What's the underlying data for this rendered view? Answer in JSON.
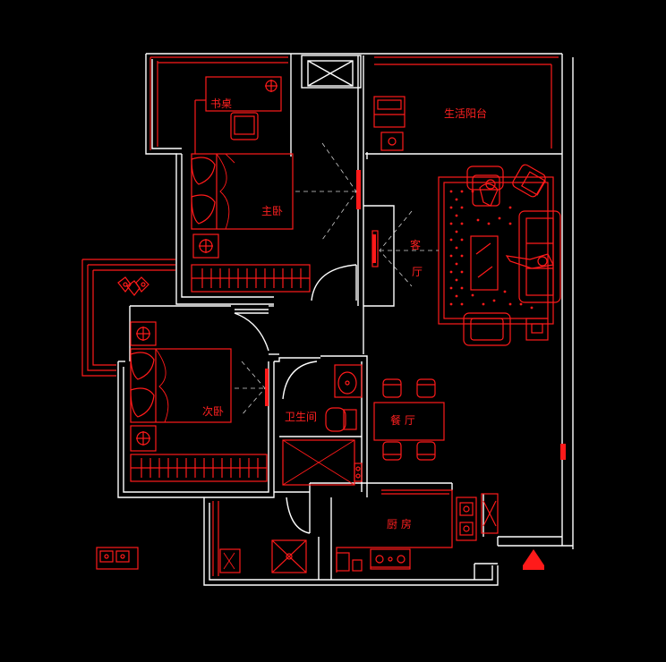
{
  "rooms": {
    "study_desk": "书桌",
    "master_bedroom": "主卧",
    "living_balcony": "生活阳台",
    "living_room_line1": "客",
    "living_room_line2": "厅",
    "second_bedroom": "次卧",
    "bathroom": "卫生间",
    "dining_room": "餐 厅",
    "kitchen": "厨 房"
  },
  "colors": {
    "background": "#000000",
    "walls": "#ffffff",
    "furniture": "#ff1a1a",
    "dashed_guides": "#cfcfcf"
  }
}
